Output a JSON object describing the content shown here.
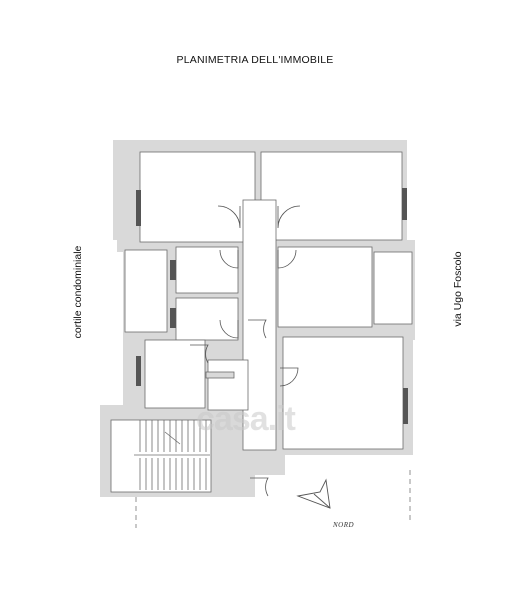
{
  "title": "PLANIMETRIA DELL'IMMOBILE",
  "labels": {
    "left_street": "cortile condominiale",
    "right_street": "via Ugo Foscolo",
    "north": "NORD"
  },
  "watermark": "casa.it",
  "colors": {
    "wall": "#d9d9d9",
    "wall_stroke": "#6b6b6b",
    "window": "#555555",
    "room_fill": "#ffffff"
  }
}
